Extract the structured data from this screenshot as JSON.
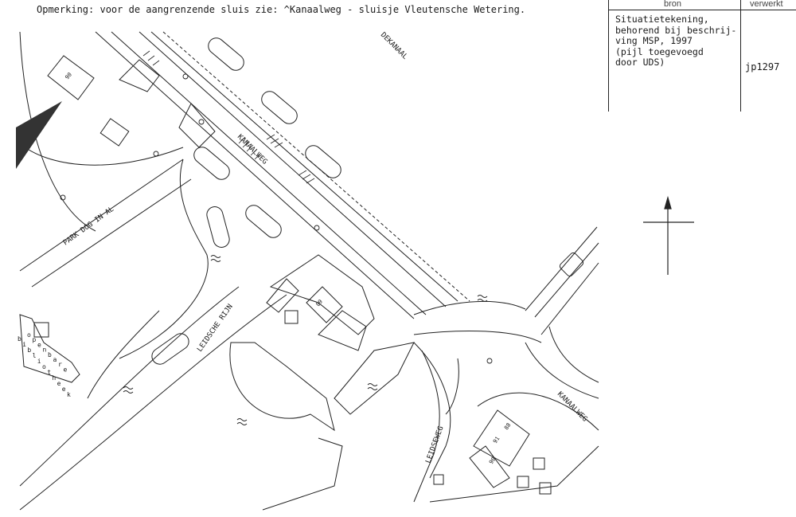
{
  "note": "Opmerking: voor de aangrenzende sluis zie: ^Kanaalweg - sluisje Vleutensche Wetering.",
  "info_table": {
    "header_source": "bron",
    "header_processed": "verwerkt",
    "source_lines": [
      "Situatietekening,",
      "behorend bij beschrij-",
      "ving MSP, 1997",
      "(pijl toegevoegd",
      "door UDS)"
    ],
    "processed_code": "jp1297"
  },
  "map_labels": {
    "dekanaal": "DEKANAAL",
    "kanaalweg_top": "KANAALWEG",
    "park": "PARK DOG IN AL",
    "leidsche_rijn": "LEIDSCHE RIJN",
    "leidseweg": "LEIDSEWEG",
    "kanaalweg_bottom": "KANAALWEG",
    "library_letters": [
      "o",
      "p",
      "e",
      "n",
      "b",
      "a",
      "r",
      "e"
    ],
    "library_letters_2": [
      "b",
      "i",
      "b",
      "l",
      "i",
      "o",
      "t",
      "h",
      "e",
      "e",
      "k"
    ],
    "house_numbers": [
      "90",
      "89",
      "91",
      "88",
      "90"
    ]
  },
  "icons": {
    "north_arrow": "north-arrow-icon",
    "pointer": "pointer-arrow-icon"
  }
}
